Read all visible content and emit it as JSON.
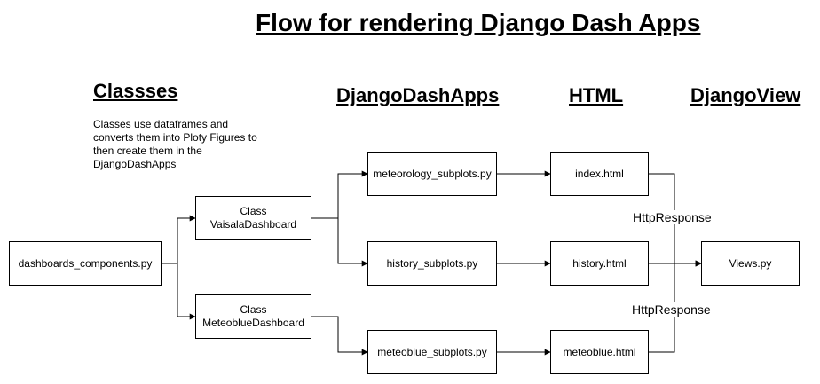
{
  "title": "Flow for rendering Django Dash Apps",
  "columns": {
    "classes": "Classses",
    "apps": "DjangoDashApps",
    "html": "HTML",
    "view": "DjangoView"
  },
  "classes_note": "Classes use dataframes and converts them into Ploty Figures to then create them in the DjangoDashApps",
  "nodes": {
    "components": "dashboards_components.py",
    "vaisala": {
      "line1": "Class",
      "line2": "VaisalaDashboard"
    },
    "meteoblue_class": {
      "line1": "Class",
      "line2": "MeteoblueDashboard"
    },
    "meteorology_subplots": "meteorology_subplots.py",
    "history_subplots": "history_subplots.py",
    "meteoblue_subplots": "meteoblue_subplots.py",
    "index_html": "index.html",
    "history_html": "history.html",
    "meteoblue_html": "meteoblue.html",
    "views": "Views.py"
  },
  "edge_labels": {
    "top": "HttpResponse",
    "bottom": "HttpResponse"
  }
}
